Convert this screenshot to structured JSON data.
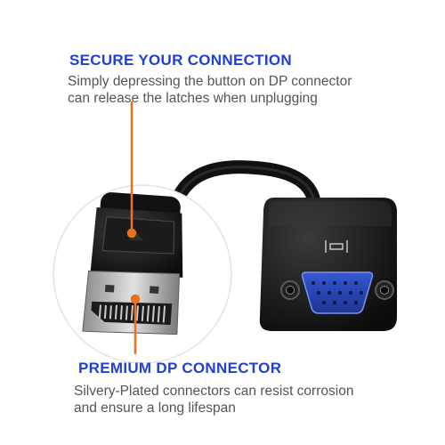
{
  "top_callout": {
    "heading": "SECURE YOUR CONNECTION",
    "lines": [
      "Simply depressing the button on DP connector",
      "can release the latches when unplugging"
    ]
  },
  "bottom_callout": {
    "heading": "PREMIUM DP CONNECTOR",
    "lines": [
      "Silvery-Plated connectors can resist corrosion",
      "and ensure a long lifespan"
    ]
  },
  "colors": {
    "heading": "#1f3fd6",
    "pointer": "#e8731c",
    "adapter_body": "#141414",
    "vga_port": "#2746b8"
  },
  "product": {
    "port_icon": "vga-port-icon"
  }
}
